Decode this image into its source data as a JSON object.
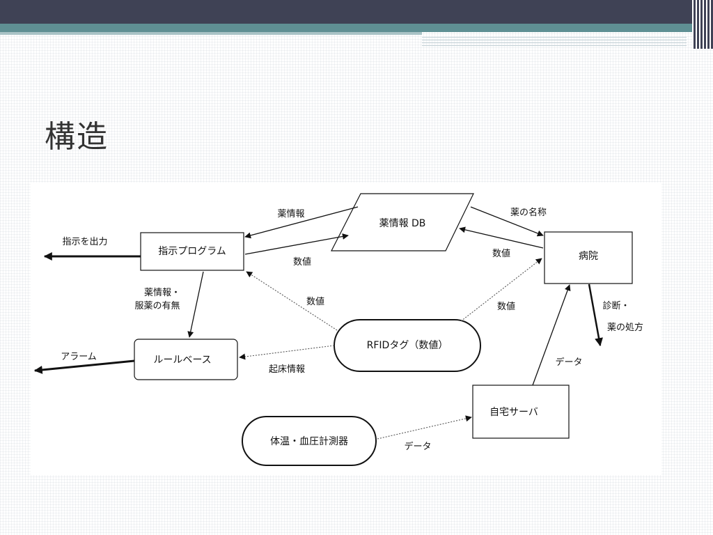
{
  "slide": {
    "title": "構造"
  },
  "diagram": {
    "nodes": {
      "drug_db": "薬情報 DB",
      "instruction_program": "指示プログラム",
      "hospital": "病院",
      "rule_base": "ルールベース",
      "rfid_tag": "RFIDタグ（数値）",
      "home_server": "自宅サーバ",
      "thermometer": "体温・血圧計測器"
    },
    "edges": {
      "db_to_program": "薬情報",
      "program_to_db": "数値",
      "db_to_hospital": "薬の名称",
      "hospital_to_db": "数値",
      "program_output": "指示を出力",
      "program_to_rulebase_line1": "薬情報・",
      "program_to_rulebase_line2": "服薬の有無",
      "rfid_to_program": "数値",
      "rfid_to_hospital": "数値",
      "rfid_to_rulebase": "起床情報",
      "rulebase_alarm": "アラーム",
      "hospital_out_line1": "診断・",
      "hospital_out_line2": "薬の処方",
      "server_to_hospital": "データ",
      "meter_to_server": "データ"
    }
  }
}
